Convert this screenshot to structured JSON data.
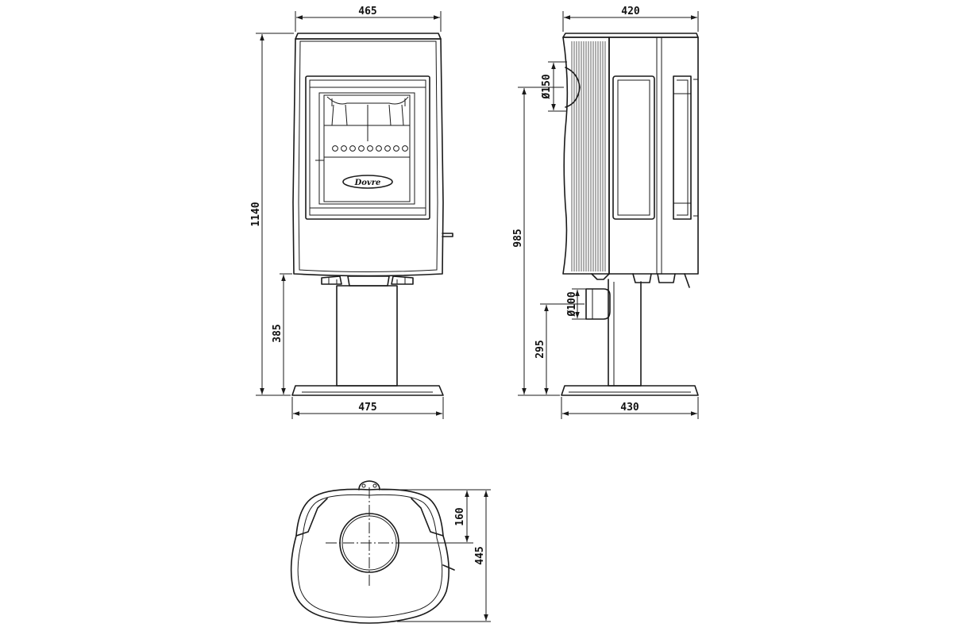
{
  "dimensions": {
    "front_width_top": "465",
    "front_height_total": "1140",
    "front_pedestal_height": "385",
    "front_base_width": "475",
    "side_width_top": "420",
    "side_flue_diameter": "Ø150",
    "side_outlet_height": "985",
    "side_air_inlet_diameter": "Ø100",
    "side_air_inlet_height": "295",
    "side_base_width": "430",
    "top_flue_offset": "160",
    "top_depth": "445"
  },
  "logo": {
    "text": "Dovre"
  }
}
